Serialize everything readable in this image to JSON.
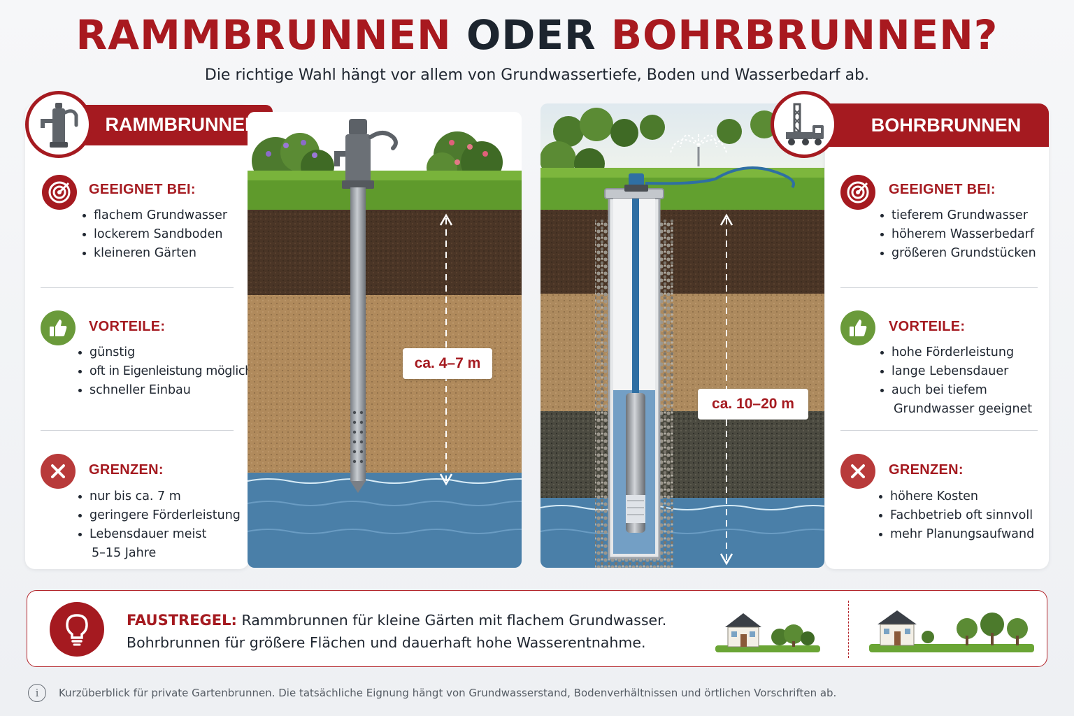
{
  "title": {
    "part1": "RAMMBRUNNEN",
    "part2": "ODER",
    "part3": "BOHRBRUNNEN?"
  },
  "subtitle": "Die richtige Wahl hängt vor allem von Grundwassertiefe, Boden und Wasserbedarf ab.",
  "left": {
    "heading": "RAMMBRUNNEN",
    "badge_icon": "hand-pump-icon",
    "sections": [
      {
        "icon": "target-icon",
        "title": "GEEIGNET BEI:",
        "items": [
          "flachem Grundwasser",
          "lockerem Sandboden",
          "kleineren Gärten"
        ]
      },
      {
        "icon": "thumbs-up-icon",
        "title": "VORTEILE:",
        "items": [
          "günstig",
          "oft in Eigenleistung möglich",
          "schneller Einbau"
        ]
      },
      {
        "icon": "close-icon",
        "title": "GRENZEN:",
        "items": [
          "nur bis ca. 7 m",
          "geringere Förderleistung",
          "Lebensdauer meist"
        ],
        "continuation": "5–15 Jahre"
      }
    ],
    "depth_label": "ca. 4–7 m"
  },
  "right": {
    "heading": "BOHRBRUNNEN",
    "badge_icon": "drill-truck-icon",
    "sections": [
      {
        "icon": "target-icon",
        "title": "GEEIGNET BEI:",
        "items": [
          "tieferem Grundwasser",
          "höherem Wasserbedarf",
          "größeren Grundstücken"
        ]
      },
      {
        "icon": "thumbs-up-icon",
        "title": "VORTEILE:",
        "items": [
          "hohe Förderleistung",
          "lange Lebensdauer",
          "auch bei tiefem"
        ],
        "continuation": "Grundwasser geeignet"
      },
      {
        "icon": "close-icon",
        "title": "GRENZEN:",
        "items": [
          "höhere Kosten",
          "Fachbetrieb oft sinnvoll",
          "mehr Planungsaufwand"
        ]
      }
    ],
    "depth_label": "ca. 10–20 m"
  },
  "rule": {
    "label": "FAUSTREGEL:",
    "line1": "Rammbrunnen für kleine Gärten mit flachem Grundwasser.",
    "line2": "Bohrbrunnen für größere Flächen und dauerhaft hohe Wasserentnahme."
  },
  "footnote": "Kurzüberblick für private Gartenbrunnen. Die tatsächliche Eignung hängt von Grundwasserstand, Bodenverhältnissen und örtlichen Vorschriften ab.",
  "colors": {
    "accent": "#a51a20",
    "green": "#6a9a3a",
    "water": "#4a7fa8"
  }
}
